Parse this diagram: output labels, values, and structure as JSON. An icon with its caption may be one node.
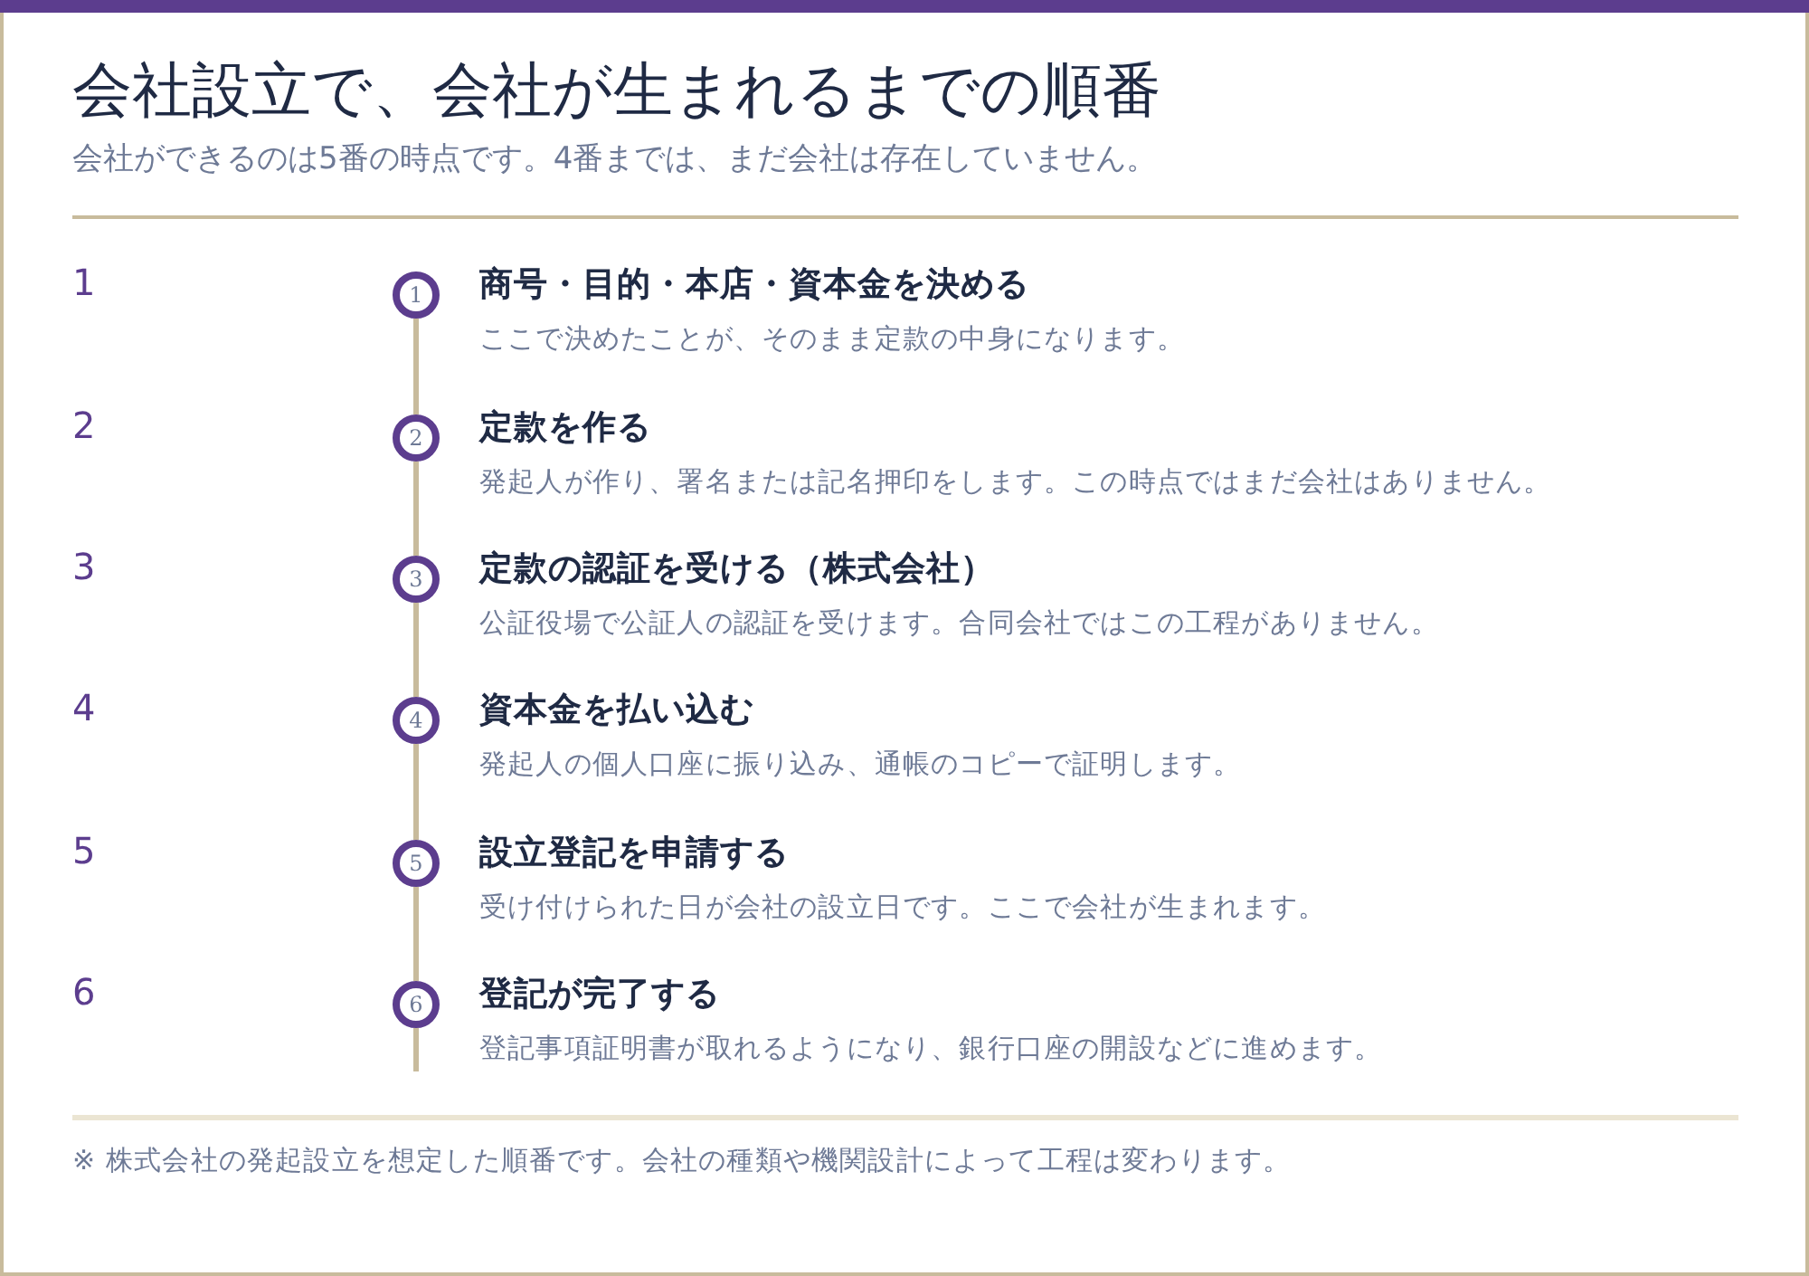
{
  "diagram": {
    "title": "会社設立で、会社が生まれるまでの順番",
    "caption": "※ 株式会社の発起設立を想定した順番です。会社の種類や機関設計によって工程は変わります。",
    "nodes": [
      {
        "text": [
          "1"
        ],
        "beside": [
          "商号・目的・本店・資本金を決める",
          "ここで決めたことが、そのまま定款の中身になります。"
        ]
      },
      {
        "text": [
          "2"
        ],
        "beside": [
          "定款を作る",
          "発起人が作り、署名または記名押印をします。この時点ではまだ会社はありません。"
        ]
      },
      {
        "text": [
          "3"
        ],
        "beside": [
          "定款の認証を受ける（株式会社）",
          "公証役場で公証人の認証を受けます。合同会社ではこの工程がありません。"
        ]
      },
      {
        "text": [
          "4"
        ],
        "beside": [
          "資本金を払い込む",
          "発起人の個人口座に振り込み、通帳のコピーで証明します。"
        ]
      },
      {
        "text": [
          "5"
        ],
        "beside": [
          "設立登記を申請する",
          "受け付けられた日が会社の設立日です。ここで会社が生まれます。"
        ]
      },
      {
        "text": [
          "6"
        ],
        "beside": [
          "登記が完了する",
          "登記事項証明書が取れるようになり、銀行口座の開設などに進めます。"
        ]
      }
    ],
    "edges": [
      {
        "from": 0,
        "to": 1,
        "arrow": "none"
      },
      {
        "from": 1,
        "to": 2,
        "arrow": "none"
      },
      {
        "from": 2,
        "to": 3,
        "arrow": "none"
      },
      {
        "from": 3,
        "to": 4,
        "arrow": "none"
      },
      {
        "from": 4,
        "to": 5,
        "arrow": "none"
      }
    ],
    "labels": [
      "会社ができるのは5番の時点です。4番までは、まだ会社は存在していません。",
      "1",
      "2",
      "3",
      "4",
      "5",
      "6"
    ]
  }
}
